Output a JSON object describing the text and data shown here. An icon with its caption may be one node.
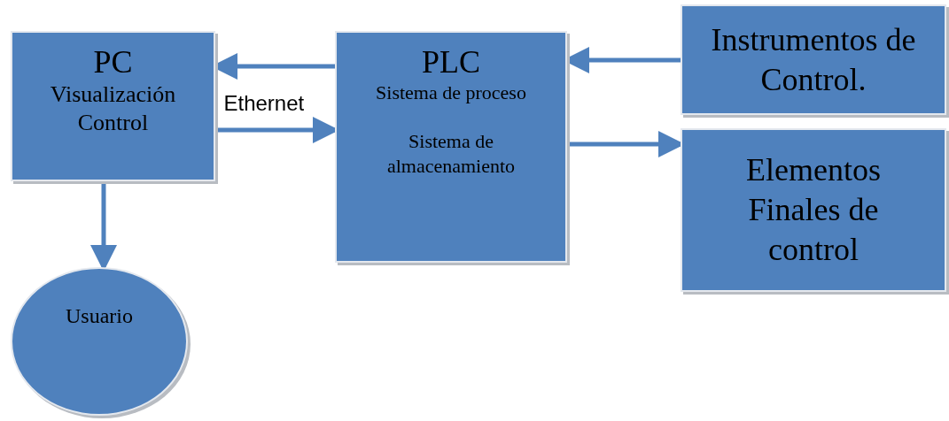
{
  "diagram": {
    "nodes": [
      {
        "text": [
          "PC",
          "Visualización Control"
        ]
      },
      {
        "text": [
          "PLC",
          "Sistema de proceso",
          "Sistema de almacenamiento"
        ]
      },
      {
        "text": [
          "Instrumentos de Control."
        ]
      },
      {
        "text": [
          "Elementos Finales de control"
        ]
      },
      {
        "text": [
          "Usuario"
        ]
      }
    ],
    "edges": [
      {
        "from": 1,
        "to": 0,
        "arrow": "to"
      },
      {
        "from": 0,
        "to": 1,
        "arrow": "to",
        "label": "Ethernet"
      },
      {
        "from": 2,
        "to": 1,
        "arrow": "to"
      },
      {
        "from": 1,
        "to": 3,
        "arrow": "to"
      },
      {
        "from": 0,
        "to": 4,
        "arrow": "to"
      }
    ]
  }
}
